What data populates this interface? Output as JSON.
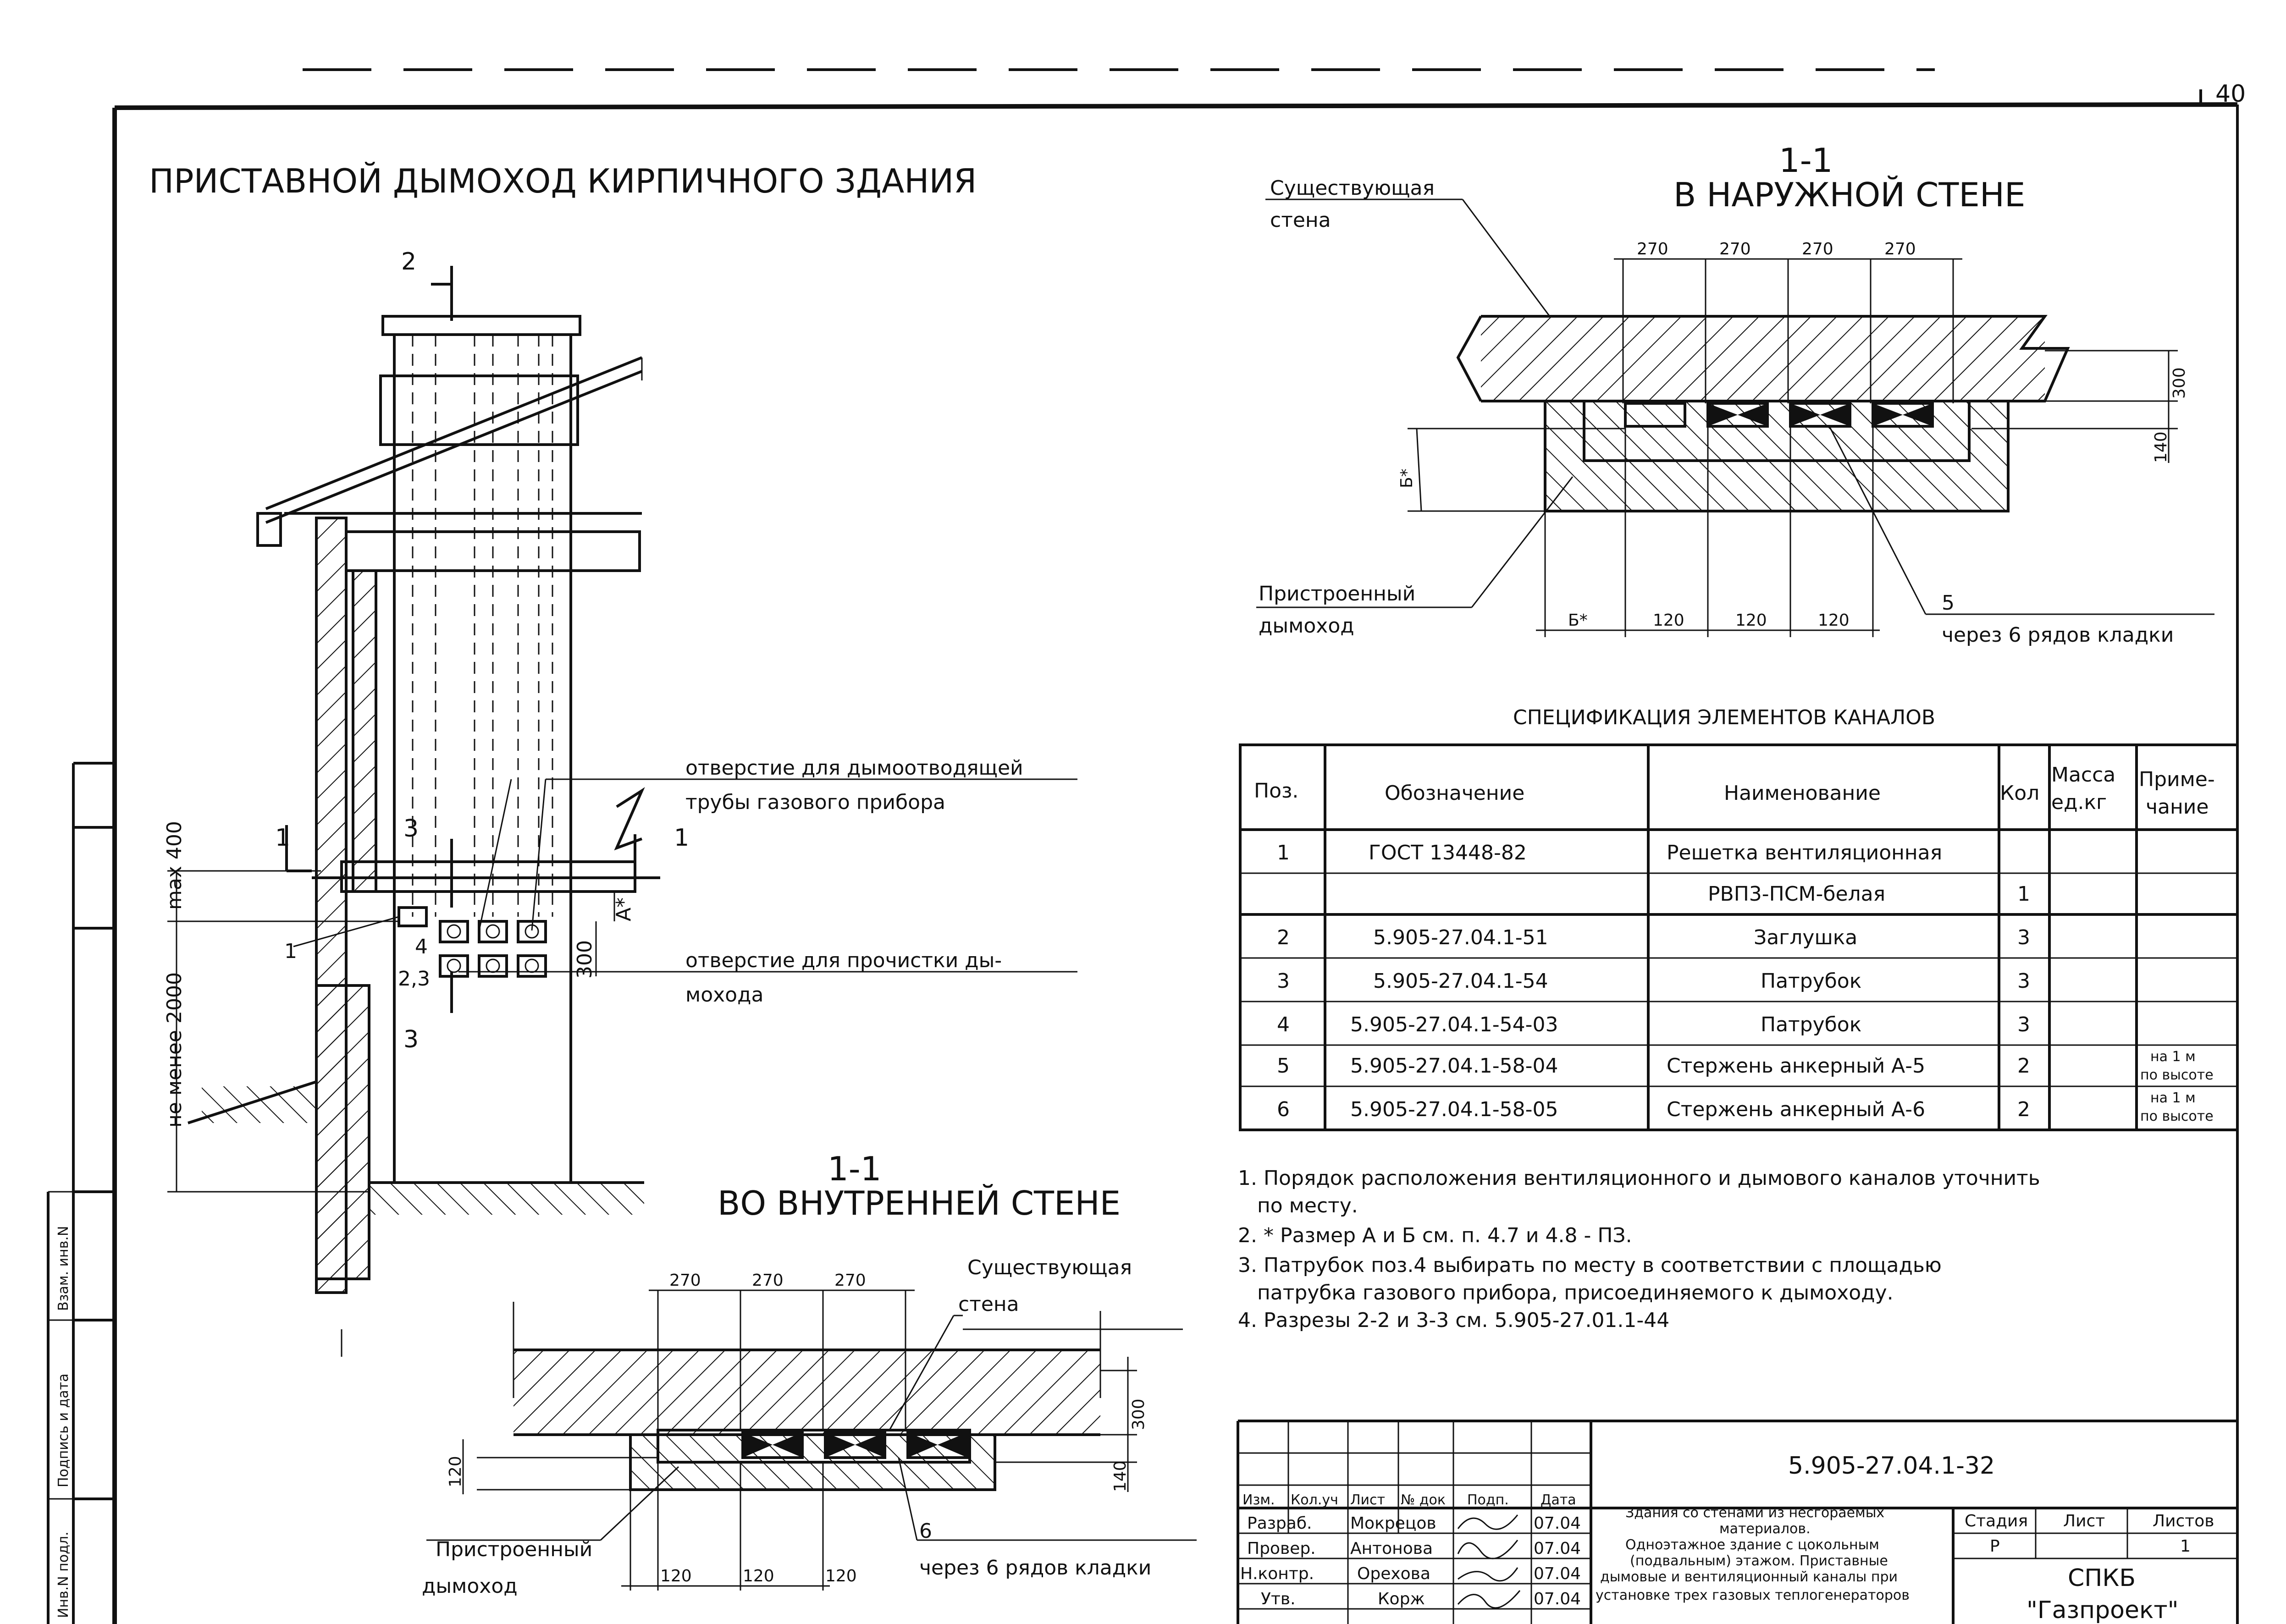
{
  "sheet": {
    "page_number": "40",
    "title_main": "ПРИСТАВНОЙ ДЫМОХОД  КИРПИЧНОГО ЗДАНИЯ"
  },
  "elevation": {
    "label_section2": "2",
    "label_1_left": "1",
    "label_1_right": "1",
    "label_3_top": "3",
    "label_3_bottom": "3",
    "pos_1": "1",
    "pos_4": "4",
    "pos_23": "2,3",
    "dim_max400": "max 400",
    "dim_min2000": "не менее 2000",
    "dim_A": "А*",
    "dim_300": "300",
    "callout_smoke_1": "отверстие для дымоотводящей",
    "callout_smoke_2": "трубы газового прибора",
    "callout_clean_1": "отверстие для прочистки ды-",
    "callout_clean_2": "мохода"
  },
  "section_outer": {
    "num": "1-1",
    "title": "В НАРУЖНОЙ СТЕНЕ",
    "existing_wall_1": "Существующая",
    "existing_wall_2": "стена",
    "attached_1": "Пристроенный",
    "attached_2": "дымоход",
    "dims_top": [
      "270",
      "270",
      "270",
      "270"
    ],
    "dims_bottom": [
      "Б*",
      "120",
      "120",
      "120"
    ],
    "dim_B": "Б*",
    "dim_300": "300",
    "dim_140": "140",
    "pos_5": "5",
    "pos_note": "через 6 рядов кладки"
  },
  "section_inner": {
    "num": "1-1",
    "title": "ВО ВНУТРЕННЕЙ СТЕНЕ",
    "existing_wall_1": "Существующая",
    "existing_wall_2": "стена",
    "attached_1": "Пристроенный",
    "attached_2": "дымоход",
    "dims_top": [
      "270",
      "270",
      "270"
    ],
    "dims_bottom": [
      "120",
      "120",
      "120"
    ],
    "dim_120_left": "120",
    "dim_300": "300",
    "dim_140": "140",
    "pos_6": "6",
    "pos_note": "через 6 рядов кладки"
  },
  "spec": {
    "title": "СПЕЦИФИКАЦИЯ ЭЛЕМЕНТОВ КАНАЛОВ",
    "headers": {
      "pos": "Поз.",
      "designation": "Обозначение",
      "name": "Наименование",
      "qty": "Кол",
      "mass_1": "Масса",
      "mass_2": "ед.кг",
      "note_1": "Приме-",
      "note_2": "чание"
    },
    "rows": [
      {
        "pos": "1",
        "designation": "ГОСТ 13448-82",
        "name": "Решетка вентиляционная",
        "qty": "",
        "mass": "",
        "note1": "",
        "note2": ""
      },
      {
        "pos": "",
        "designation": "",
        "name": "РВП3-ПСМ-белая",
        "qty": "1",
        "mass": "",
        "note1": "",
        "note2": ""
      },
      {
        "pos": "2",
        "designation": "5.905-27.04.1-51",
        "name": "Заглушка",
        "qty": "3",
        "mass": "",
        "note1": "",
        "note2": ""
      },
      {
        "pos": "3",
        "designation": "5.905-27.04.1-54",
        "name": "Патрубок",
        "qty": "3",
        "mass": "",
        "note1": "",
        "note2": ""
      },
      {
        "pos": "4",
        "designation": "5.905-27.04.1-54-03",
        "name": "Патрубок",
        "qty": "3",
        "mass": "",
        "note1": "",
        "note2": ""
      },
      {
        "pos": "5",
        "designation": "5.905-27.04.1-58-04",
        "name": "Стержень анкерный А-5",
        "qty": "2",
        "mass": "",
        "note1": "на 1 м",
        "note2": "по высоте"
      },
      {
        "pos": "6",
        "designation": "5.905-27.04.1-58-05",
        "name": "Стержень анкерный А-6",
        "qty": "2",
        "mass": "",
        "note1": "на 1 м",
        "note2": "по высоте"
      }
    ]
  },
  "notes": [
    "1. Порядок расположения вентиляционного и дымового каналов уточнить",
    "   по месту.",
    "2. * Размер А и Б см. п. 4.7 и 4.8 - ПЗ.",
    "3. Патрубок поз.4 выбирать по месту в соответствии с площадью",
    "   патрубка газового прибора, присоединяемого к дымоходу.",
    "4. Разрезы 2-2 и 3-3 см. 5.905-27.01.1-44"
  ],
  "stamp": {
    "code": "5.905-27.04.1-32",
    "col_headers": [
      "Изм.",
      "Кол.уч",
      "Лист",
      "№ док",
      "Подп.",
      "Дата"
    ],
    "people": [
      {
        "role": "Разраб.",
        "name": "Мокрецов",
        "date": "07.04"
      },
      {
        "role": "Провер.",
        "name": "Антонова",
        "date": "07.04"
      },
      {
        "role": "Н.контр.",
        "name": "Орехова",
        "date": "07.04"
      },
      {
        "role": "Утв.",
        "name": "Корж",
        "date": "07.04"
      }
    ],
    "description": [
      "Здания со стенами из несгораемых",
      "материалов.",
      "Одноэтажное здание с цокольным",
      "(подвальным) этажом. Приставные",
      "дымовые и вентиляционный каналы при",
      "установке трех газовых теплогенераторов"
    ],
    "stage_label": "Стадия",
    "sheet_label": "Лист",
    "sheets_label": "Листов",
    "stage": "Р",
    "sheets": "1",
    "org_1": "СПКБ",
    "org_2": "\"Газпроект\""
  },
  "side_stamp": {
    "labels": [
      "Взам. инв.N",
      "Подпись и дата",
      "Инв.N подл."
    ]
  }
}
